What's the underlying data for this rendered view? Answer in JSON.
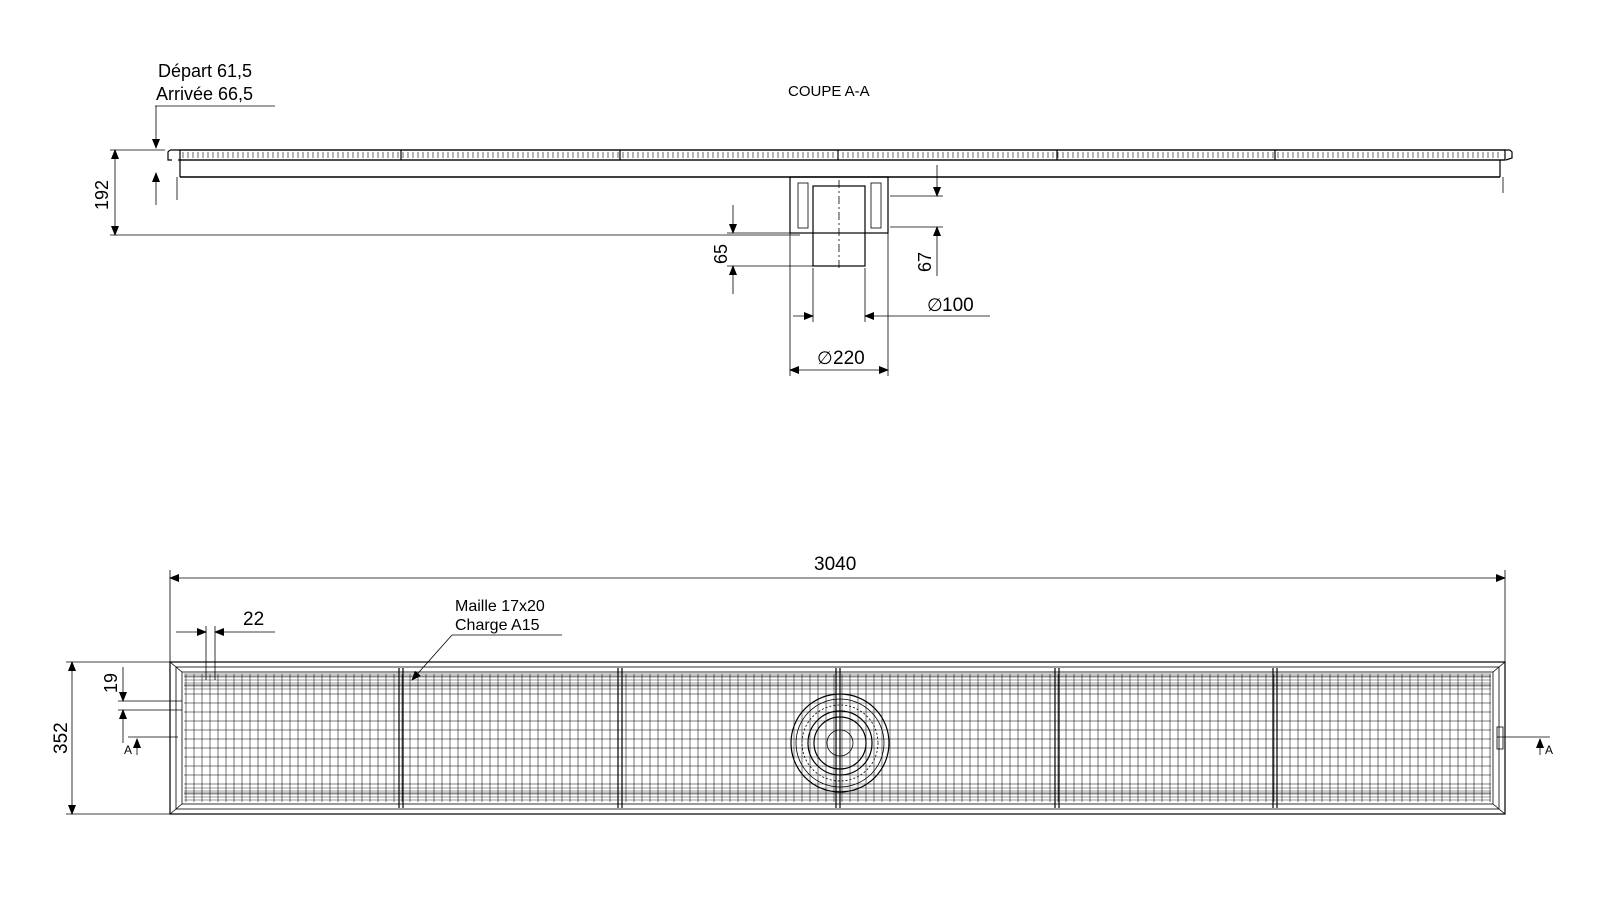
{
  "section": {
    "title": "COUPE A-A",
    "note_depart": "Départ 61,5",
    "note_arrivee": "Arrivée 66,5",
    "dim_height": "192",
    "dim_65": "65",
    "dim_67": "67",
    "dim_d100": "100",
    "dim_d220": "220",
    "diameter_symbol": "∅"
  },
  "plan": {
    "dim_length": "3040",
    "dim_width": "352",
    "dim_22": "22",
    "dim_19": "19",
    "note_maille": "Maille 17x20",
    "note_charge": "Charge A15",
    "section_mark_left": "A",
    "section_mark_right": "A"
  }
}
